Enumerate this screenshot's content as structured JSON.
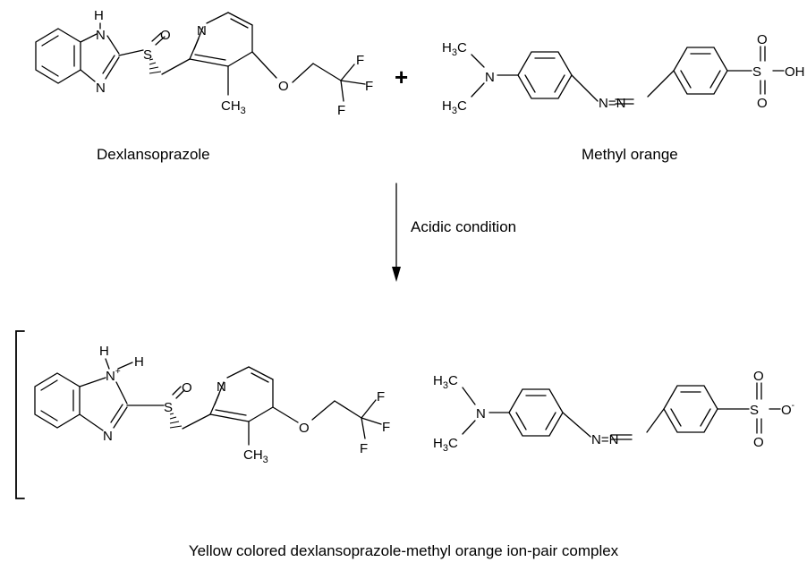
{
  "reactants": {
    "dexlansoprazole": {
      "name": "Dexlansoprazole",
      "atoms": {
        "nh": "H",
        "n_ring": "N",
        "n_imine": "N",
        "s": "S",
        "o_sulfinyl": "O",
        "n_pyridine": "N",
        "ch3": "CH",
        "ch3_sub": "3",
        "o_ether": "O",
        "f1": "F",
        "f2": "F",
        "f3": "F"
      }
    },
    "plus": "+",
    "methyl_orange": {
      "name": "Methyl orange",
      "atoms": {
        "h3c_a": "H",
        "h3c_a_sub": "3",
        "h3c_a_c": "C",
        "n_amine": "N",
        "h3c_b": "H",
        "h3c_b_sub": "3",
        "h3c_b_c": "C",
        "azo": "N=N",
        "s": "S",
        "o_top": "O",
        "o_bottom": "O",
        "oh": "OH"
      }
    }
  },
  "reaction": {
    "condition": "Acidic condition"
  },
  "product": {
    "label": "Yellow colored dexlansoprazole-methyl orange ion-pair complex",
    "cation_atoms": {
      "h1": "H",
      "n_plus": "N",
      "plus": "+",
      "h2": "H",
      "n_imine": "N",
      "s": "S",
      "o_sulfinyl": "O",
      "n_pyridine": "N",
      "ch3": "CH",
      "ch3_sub": "3",
      "o_ether": "O",
      "f1": "F",
      "f2": "F",
      "f3": "F"
    },
    "anion_atoms": {
      "h3c_a": "H",
      "h3c_a_sub": "3",
      "h3c_a_c": "C",
      "n_amine": "N",
      "h3c_b": "H",
      "h3c_b_sub": "3",
      "h3c_b_c": "C",
      "azo": "N=N",
      "s": "S",
      "o_top": "O",
      "o_bottom": "O",
      "o_minus": "O",
      "minus": "-"
    }
  }
}
